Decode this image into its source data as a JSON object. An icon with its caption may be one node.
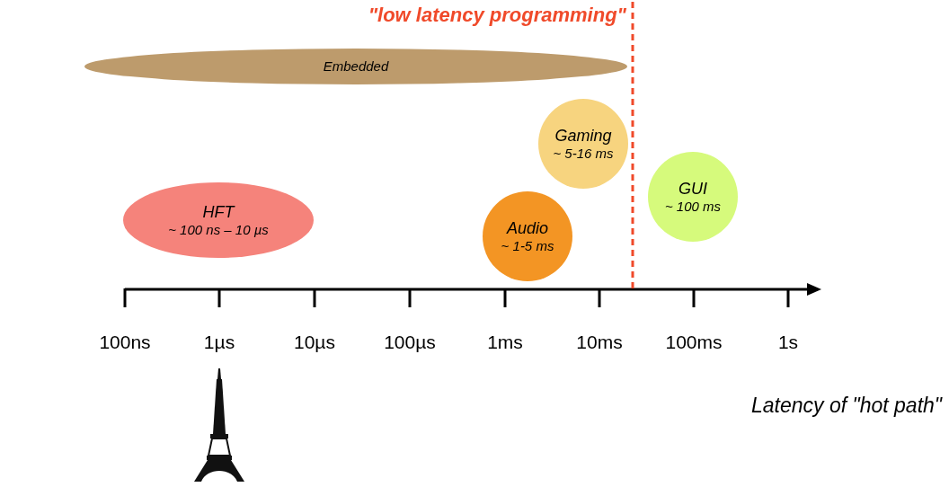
{
  "diagram": {
    "title": "\"low latency programming\"",
    "nodes": [
      {
        "text": [
          "Embedded"
        ]
      },
      {
        "text": [
          "Gaming",
          "~ 5-16 ms"
        ]
      },
      {
        "text": [
          "GUI",
          "~ 100 ms"
        ]
      },
      {
        "text": [
          "HFT",
          "~ 100 ns – 10 µs"
        ]
      },
      {
        "text": [
          "Audio",
          "~ 1-5 ms"
        ]
      }
    ],
    "edges": [],
    "labels": [
      "100ns",
      "1µs",
      "10µs",
      "100µs",
      "1ms",
      "10ms",
      "100ms",
      "1s",
      "Latency of \"hot path\""
    ]
  }
}
